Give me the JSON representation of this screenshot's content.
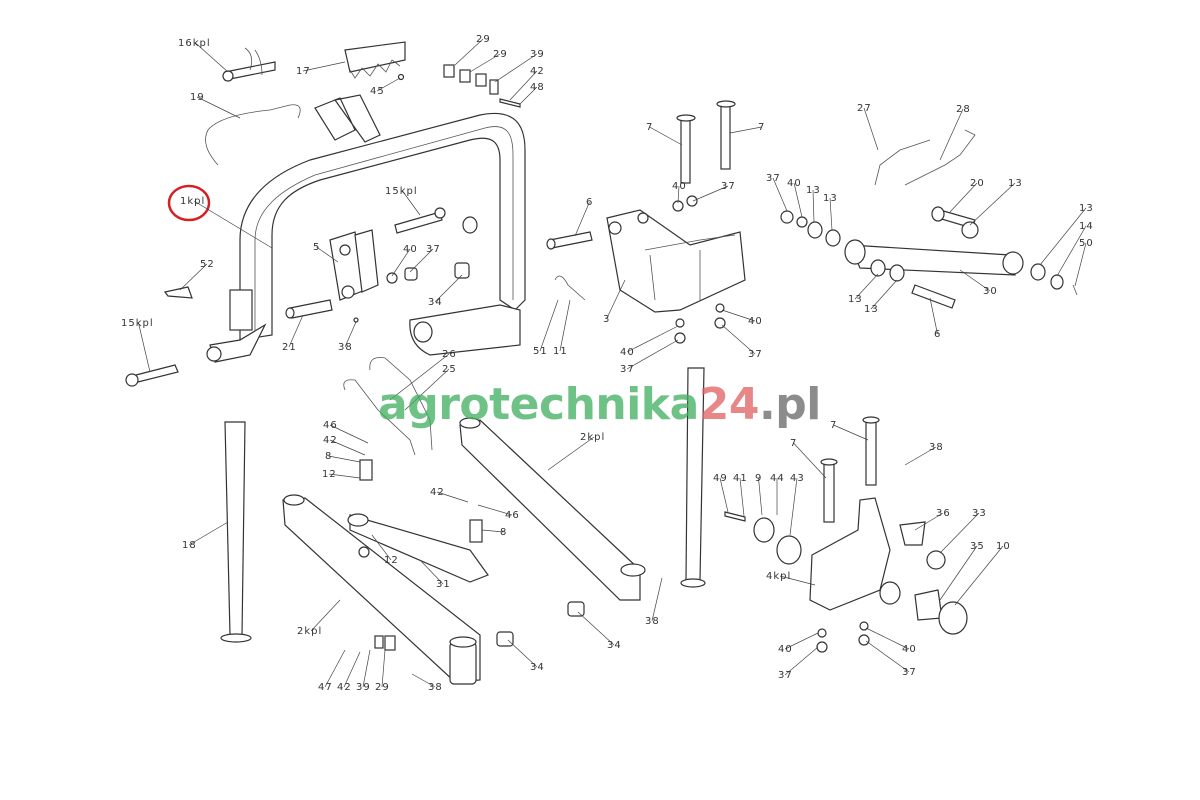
{
  "watermark": {
    "part1": "agrotechnika",
    "part2": "24",
    "part3": ".pl",
    "colors": {
      "green": "#3fae5e",
      "red": "#e06060",
      "gray": "#666666"
    }
  },
  "highlight": {
    "label": "1kpl",
    "color": "#d42020"
  },
  "callouts": [
    "16kpl",
    "17",
    "29",
    "29",
    "39",
    "42",
    "48",
    "45",
    "19",
    "1kpl",
    "15kpl",
    "5",
    "40",
    "37",
    "52",
    "34",
    "21",
    "38",
    "15kpl",
    "7",
    "7",
    "40",
    "37",
    "6",
    "3",
    "51",
    "11",
    "40",
    "40",
    "37",
    "37",
    "27",
    "28",
    "37",
    "40",
    "13",
    "13",
    "20",
    "13",
    "13",
    "14",
    "50",
    "13",
    "13",
    "30",
    "6",
    "26",
    "25",
    "46",
    "42",
    "8",
    "12",
    "42",
    "46",
    "8",
    "12",
    "31",
    "18",
    "2kpl",
    "2kpl",
    "34",
    "34",
    "38",
    "47",
    "42",
    "39",
    "29",
    "38",
    "7",
    "7",
    "38",
    "49",
    "41",
    "9",
    "44",
    "43",
    "36",
    "33",
    "35",
    "10",
    "4kpl",
    "40",
    "37",
    "40",
    "37"
  ]
}
